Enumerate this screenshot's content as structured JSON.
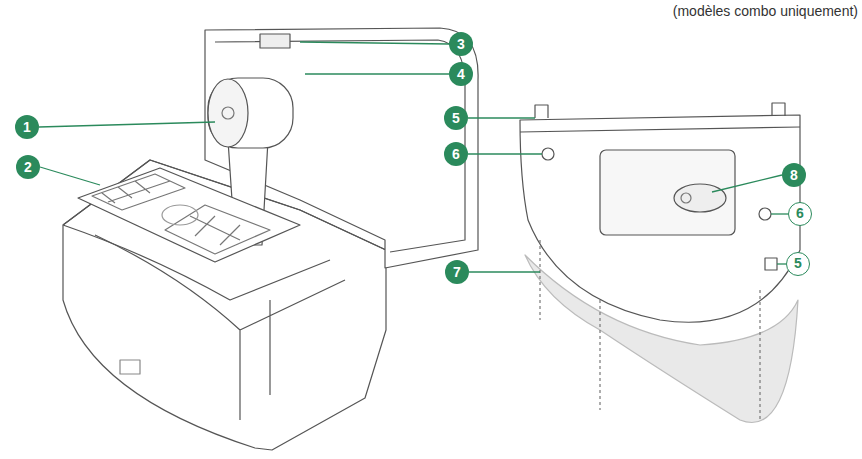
{
  "diagram": {
    "labels": [
      "(modèles combo uniquement)",
      "3",
      "4",
      "1",
      "5",
      "2",
      "6",
      "8",
      "6",
      "7",
      "5"
    ]
  }
}
